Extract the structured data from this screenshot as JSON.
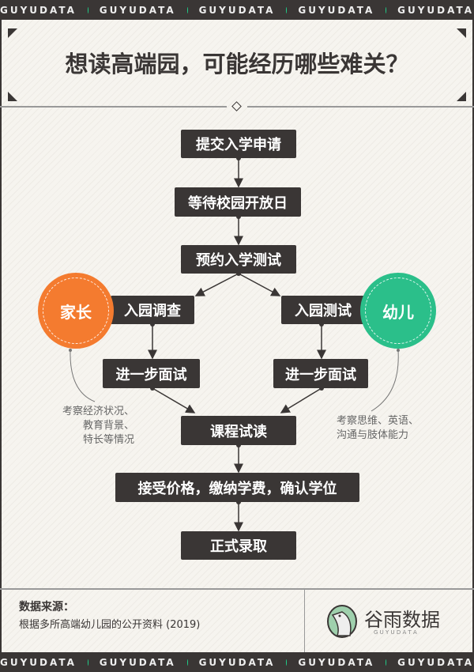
{
  "banner": {
    "text": "GUYUDATA",
    "accent": "#1fd08a"
  },
  "title": "想读高端园，可能经历哪些难关？",
  "steps": {
    "s1": "提交入学申请",
    "s2": "等待校园开放日",
    "s3": "预约入学测试",
    "parent_survey": "入园调查",
    "child_test": "入园测试",
    "parent_interview": "进一步面试",
    "child_interview": "进一步面试",
    "s4": "课程试读",
    "s5": "接受价格，缴纳学费，确认学位",
    "s6": "正式录取"
  },
  "roles": {
    "parent": "家长",
    "child": "幼儿",
    "parent_color": "#f47b2f",
    "child_color": "#2bbf8a"
  },
  "notes": {
    "parent": [
      "考察经济状况、",
      "教育背景、",
      "特长等情况"
    ],
    "child": [
      "考察思维、英语、",
      "沟通与肢体能力"
    ]
  },
  "footer": {
    "source_label": "数据来源：",
    "source_text": "根据多所高端幼儿园的公开资料 (2019)",
    "logo_text": "谷雨数据",
    "logo_sub": "G U Y U D A T A"
  }
}
